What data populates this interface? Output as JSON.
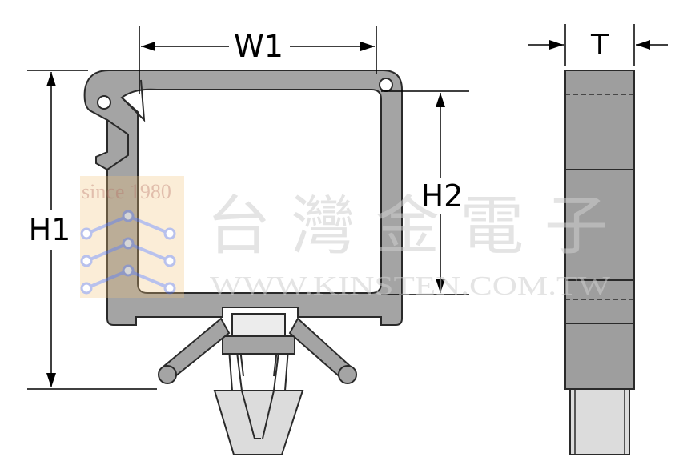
{
  "dimensions": {
    "w1": "W1",
    "h1": "H1",
    "h2": "H2",
    "t": "T"
  },
  "watermark": {
    "since": "since 1980",
    "chinese": "台 灣 金 電 子",
    "url": "WWW.KINSTEN.COM.TW"
  },
  "colors": {
    "part_fill": "#a4a4a4",
    "part_stroke": "#2a2a2a",
    "side_fill": "#9e9e9e",
    "prong_fill": "#dcdcdc",
    "dim_line": "#000000",
    "watermark_text": "#cfcfcf",
    "logo_orange": "#f2c27a",
    "logo_blue": "#7f8fe0"
  }
}
